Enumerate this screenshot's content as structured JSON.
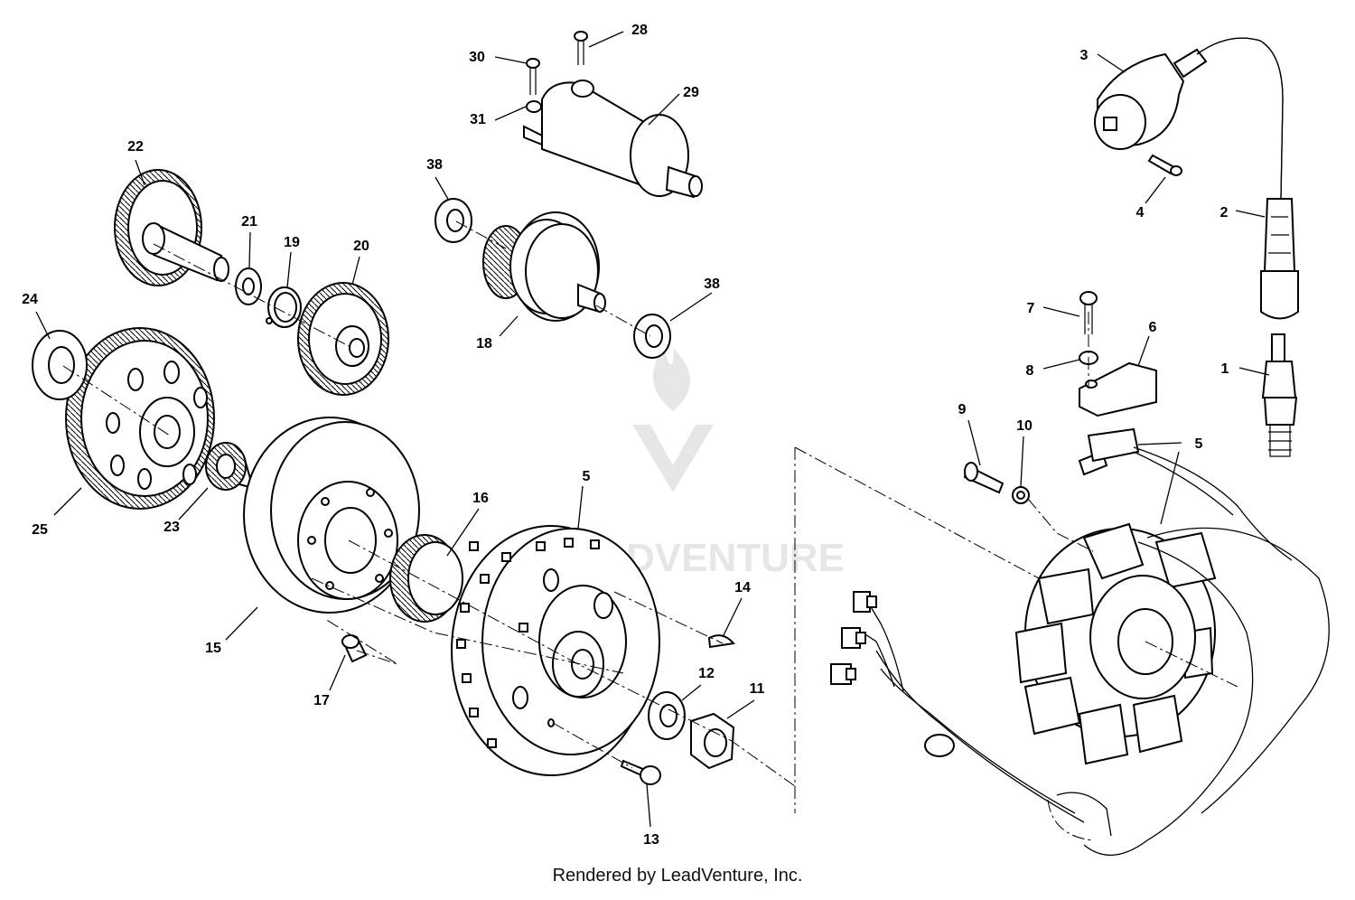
{
  "footer": {
    "text": "Rendered by LeadVenture, Inc."
  },
  "watermark": {
    "text": "LEADVENTURE"
  },
  "callouts": [
    {
      "id": "1",
      "text": "1"
    },
    {
      "id": "2",
      "text": "2"
    },
    {
      "id": "3",
      "text": "3"
    },
    {
      "id": "4",
      "text": "4"
    },
    {
      "id": "5a",
      "text": "5"
    },
    {
      "id": "5b",
      "text": "5"
    },
    {
      "id": "6",
      "text": "6"
    },
    {
      "id": "7",
      "text": "7"
    },
    {
      "id": "8",
      "text": "8"
    },
    {
      "id": "9",
      "text": "9"
    },
    {
      "id": "10",
      "text": "10"
    },
    {
      "id": "11",
      "text": "11"
    },
    {
      "id": "12",
      "text": "12"
    },
    {
      "id": "13",
      "text": "13"
    },
    {
      "id": "14",
      "text": "14"
    },
    {
      "id": "15",
      "text": "15"
    },
    {
      "id": "16",
      "text": "16"
    },
    {
      "id": "17",
      "text": "17"
    },
    {
      "id": "18",
      "text": "18"
    },
    {
      "id": "19",
      "text": "19"
    },
    {
      "id": "20",
      "text": "20"
    },
    {
      "id": "21",
      "text": "21"
    },
    {
      "id": "22",
      "text": "22"
    },
    {
      "id": "23",
      "text": "23"
    },
    {
      "id": "24",
      "text": "24"
    },
    {
      "id": "25",
      "text": "25"
    },
    {
      "id": "28",
      "text": "28"
    },
    {
      "id": "29",
      "text": "29"
    },
    {
      "id": "30",
      "text": "30"
    },
    {
      "id": "31",
      "text": "31"
    },
    {
      "id": "38a",
      "text": "38"
    },
    {
      "id": "38b",
      "text": "38"
    }
  ]
}
